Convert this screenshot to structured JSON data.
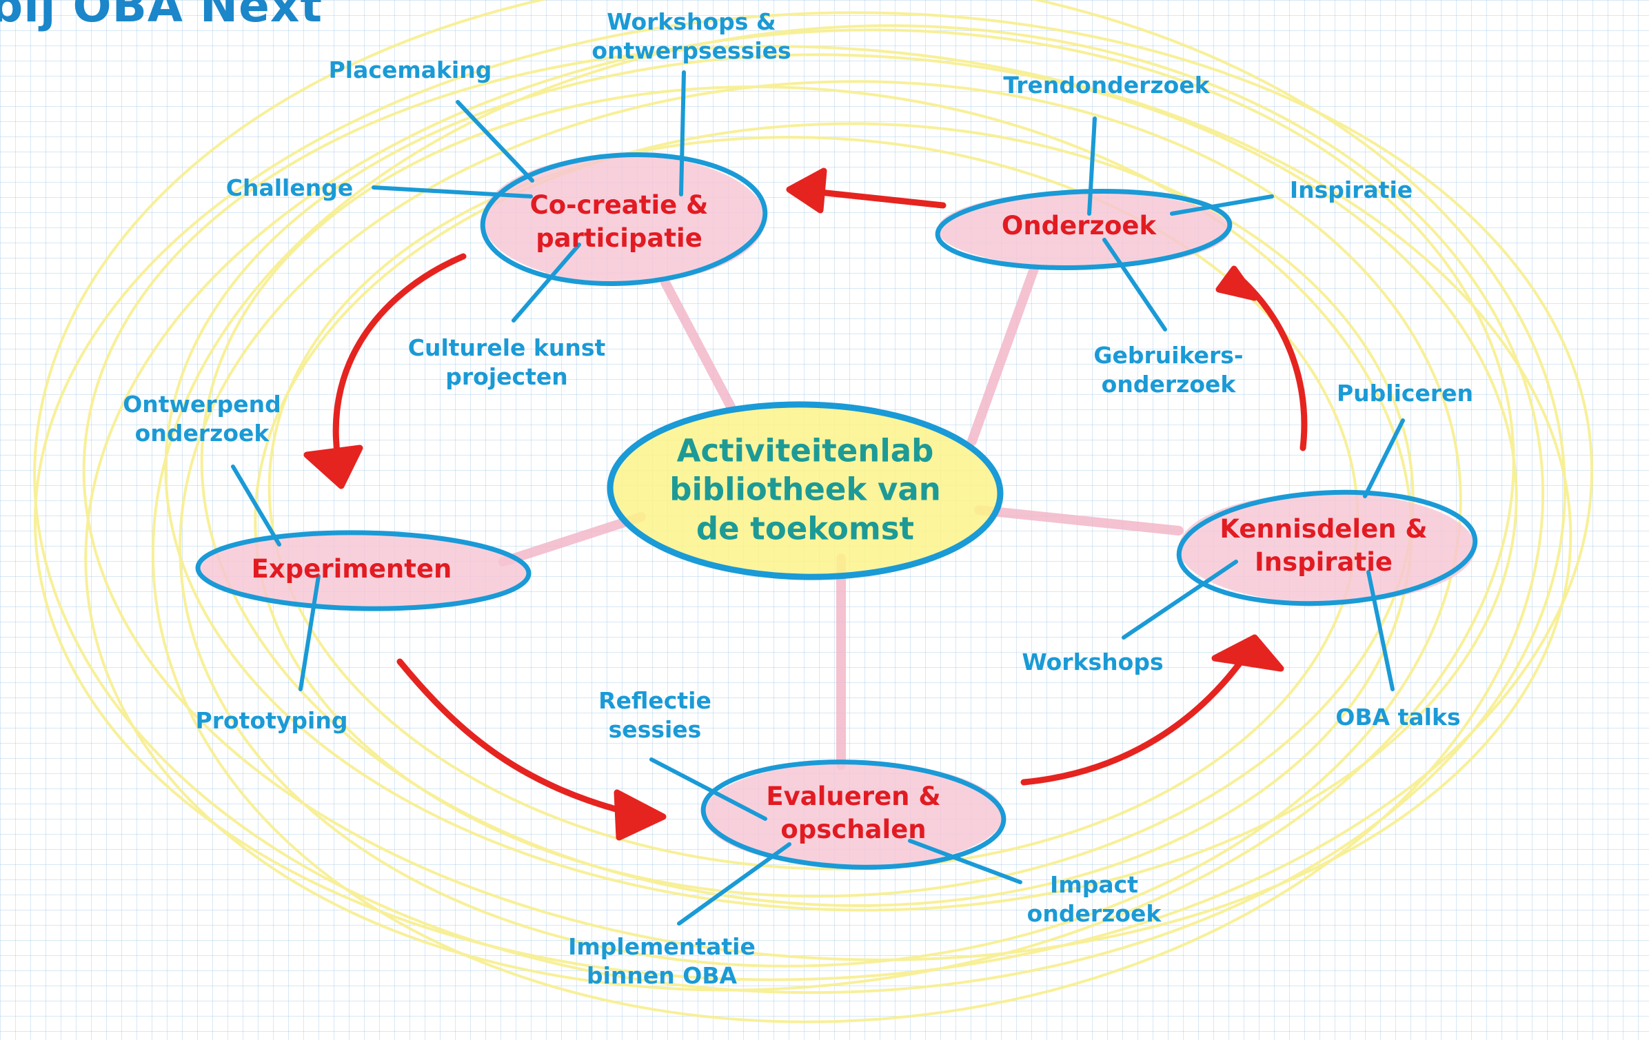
{
  "title": "bij OBA Next",
  "center": {
    "label": "Activiteitenlab\nbibliotheek van\nde toekomst"
  },
  "nodes": {
    "cocreatie": "Co-creatie &\nparticipatie",
    "onderzoek": "Onderzoek",
    "kennisdelen": "Kennisdelen &\nInspiratie",
    "evalueren": "Evalueren &\nopschalen",
    "experimenten": "Experimenten"
  },
  "labels": {
    "workshops_ontwerpsessies": "Workshops &\nontwerpsessies",
    "placemaking": "Placemaking",
    "challenge": "Challenge",
    "culturele_kunst": "Culturele kunst\nprojecten",
    "trendonderzoek": "Trendonderzoek",
    "inspiratie": "Inspiratie",
    "gebruikersonderzoek": "Gebruikers-\nonderzoek",
    "publiceren": "Publiceren",
    "workshops": "Workshops",
    "oba_talks": "OBA talks",
    "ontwerpend": "Ontwerpend\nonderzoek",
    "prototyping": "Prototyping",
    "reflectie": "Reflectie\nsessies",
    "impact": "Impact\nonderzoek",
    "implementatie": "Implementatie\nbinnen OBA"
  },
  "colors": {
    "title": "#1b86c9",
    "label": "#1a9ad6",
    "node_text": "#e21b22",
    "node_fill": "#f6c4d3",
    "outline": "#1a9ad6",
    "center_fill": "#fbf38a",
    "center_text": "#1d9a96",
    "arrow": "#e52420",
    "scribble": "#f8ef8e",
    "spoke": "#f3b8c9",
    "connector": "#1a9ad6"
  }
}
